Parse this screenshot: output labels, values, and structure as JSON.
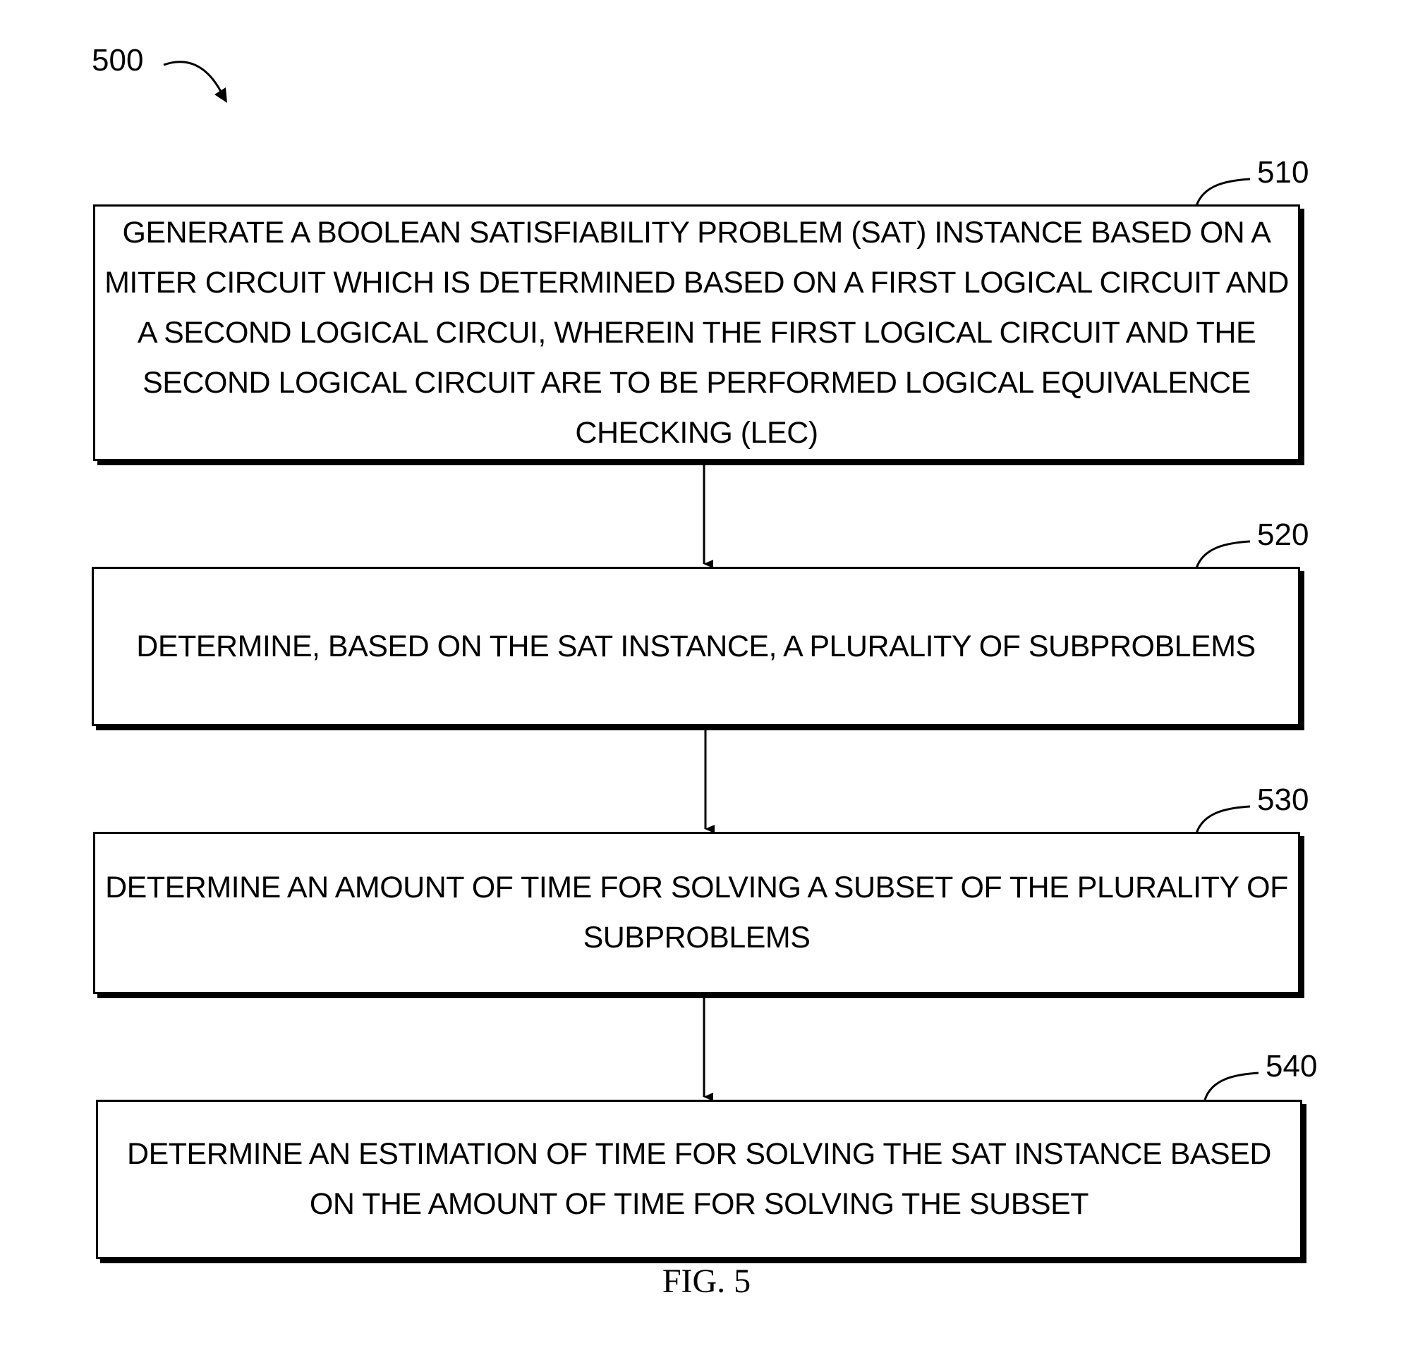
{
  "figure": {
    "number_label": "500",
    "caption": "FIG. 5"
  },
  "steps": [
    {
      "ref": "510",
      "lines": [
        "GENERATE A BOOLEAN SATISFIABILITY PROBLEM (SAT) INSTANCE BASED ON A",
        "MITER CIRCUIT WHICH IS DETERMINED BASED ON A FIRST LOGICAL CIRCUIT AND",
        "A SECOND LOGICAL CIRCUI, WHEREIN THE FIRST LOGICAL CIRCUIT AND THE",
        "SECOND LOGICAL CIRCUIT ARE TO BE PERFORMED LOGICAL EQUIVALENCE",
        "CHECKING (LEC)"
      ]
    },
    {
      "ref": "520",
      "lines": [
        "DETERMINE, BASED ON THE SAT INSTANCE, A PLURALITY OF SUBPROBLEMS"
      ]
    },
    {
      "ref": "530",
      "lines": [
        "DETERMINE AN AMOUNT OF TIME FOR SOLVING A SUBSET OF THE PLURALITY OF",
        "SUBPROBLEMS"
      ]
    },
    {
      "ref": "540",
      "lines": [
        "DETERMINE AN ESTIMATION OF TIME FOR SOLVING THE SAT INSTANCE BASED",
        "ON THE AMOUNT OF TIME FOR SOLVING THE SUBSET"
      ]
    }
  ]
}
